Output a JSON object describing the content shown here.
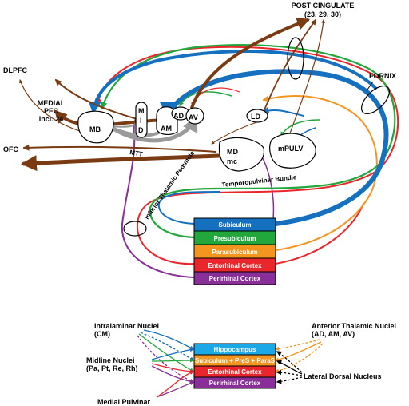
{
  "labels": {
    "post_cingulate": "POST CINGULATE",
    "post_cingulate_areas": "(23, 29, 30)",
    "dlpfc": "DLPFC",
    "medial_pfc_1": "MEDIAL",
    "medial_pfc_2": "PFC",
    "medial_pfc_3": "incl. 24",
    "ofc": "OFC",
    "fornix": "FORNIX",
    "mtt": "MTT",
    "inferior_thalamic_peduncle": "Inferior Thalamic Peduncle",
    "temporopulvinar_bundle": "Temporopulvinar Bundle"
  },
  "nuclei": {
    "mb": "MB",
    "m": "M",
    "i": "I",
    "d": "D",
    "am": "AM",
    "ad": "AD",
    "av": "AV",
    "ld": "LD",
    "md": "MD",
    "mc": "mc",
    "mpulv": "mPULV"
  },
  "top_boxes": [
    {
      "label": "Subiculum",
      "color": "#1570c0"
    },
    {
      "label": "Presubiculum",
      "color": "#22a73c"
    },
    {
      "label": "Parasubiculum",
      "color": "#f3951f"
    },
    {
      "label": "Entorhinal Cortex",
      "color": "#e8262b"
    },
    {
      "label": "Perirhinal Cortex",
      "color": "#8a2e9a"
    }
  ],
  "legend": {
    "intralaminar_1": "Intralaminar Nuclei",
    "intralaminar_2": "(CM)",
    "midline_1": "Midline Nuclei",
    "midline_2": "(Pa, Pt, Re, Rh)",
    "medial_pulvinar": "Medial Pulvinar",
    "anterior_1": "Anterior Thalamic Nuclei",
    "anterior_2": "(AD, AM, AV)",
    "lateral_dorsal": "Lateral Dorsal Nucleus",
    "boxes": [
      {
        "label": "Hippocampus",
        "color": "#1aa9e6"
      },
      {
        "label": "Subiculum + PreS + ParaS",
        "color": "#f3951f"
      },
      {
        "label": "Entorhinal Cortex",
        "color": "#e8262b"
      },
      {
        "label": "Perirhinal Cortex",
        "color": "#8a2e9a"
      }
    ]
  },
  "colors": {
    "subiculum": "#1570c0",
    "presubiculum": "#22a73c",
    "parasubiculum": "#f3951f",
    "entorhinal": "#e8262b",
    "perirhinal": "#8a2e9a",
    "thalamic_output": "#7a3b12",
    "mtt": "#9a9a9a"
  }
}
